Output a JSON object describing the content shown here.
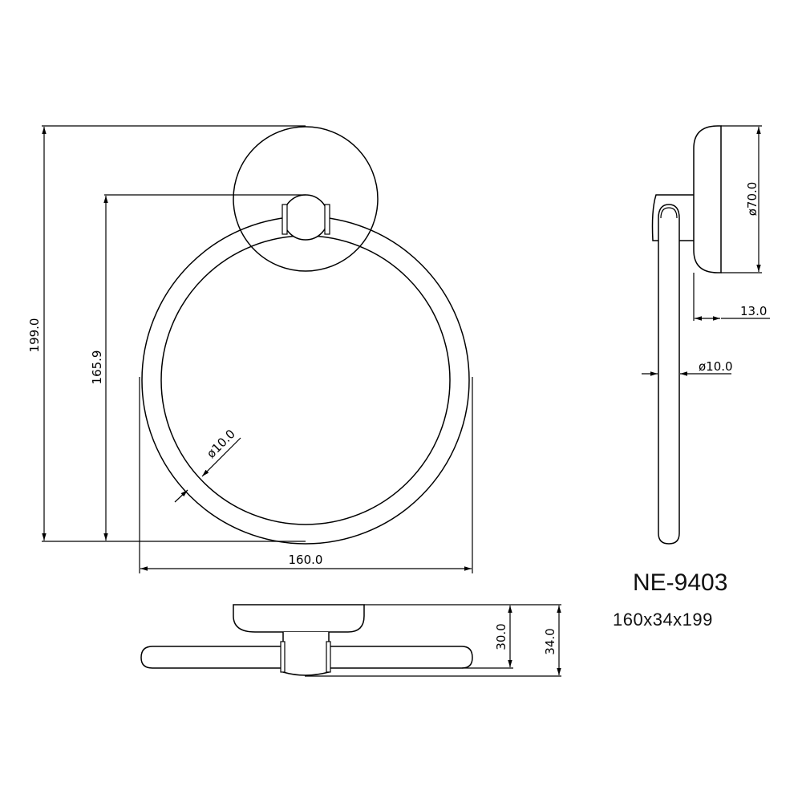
{
  "drawing": {
    "model": "NE-9403",
    "overall_size": "160x34x199",
    "stroke_color": "#000000",
    "background_color": "#ffffff"
  },
  "front_view": {
    "dimensions": {
      "total_height": "199.0",
      "ring_height": "165.9",
      "ring_width": "160.0",
      "ring_tube_diameter": "ø10.0"
    }
  },
  "side_view": {
    "dimensions": {
      "base_diameter": "ø70.0",
      "base_depth": "13.0",
      "tube_diameter": "ø10.0"
    }
  },
  "top_view": {
    "dimensions": {
      "base_projection": "30.0",
      "total_depth": "34.0"
    }
  }
}
